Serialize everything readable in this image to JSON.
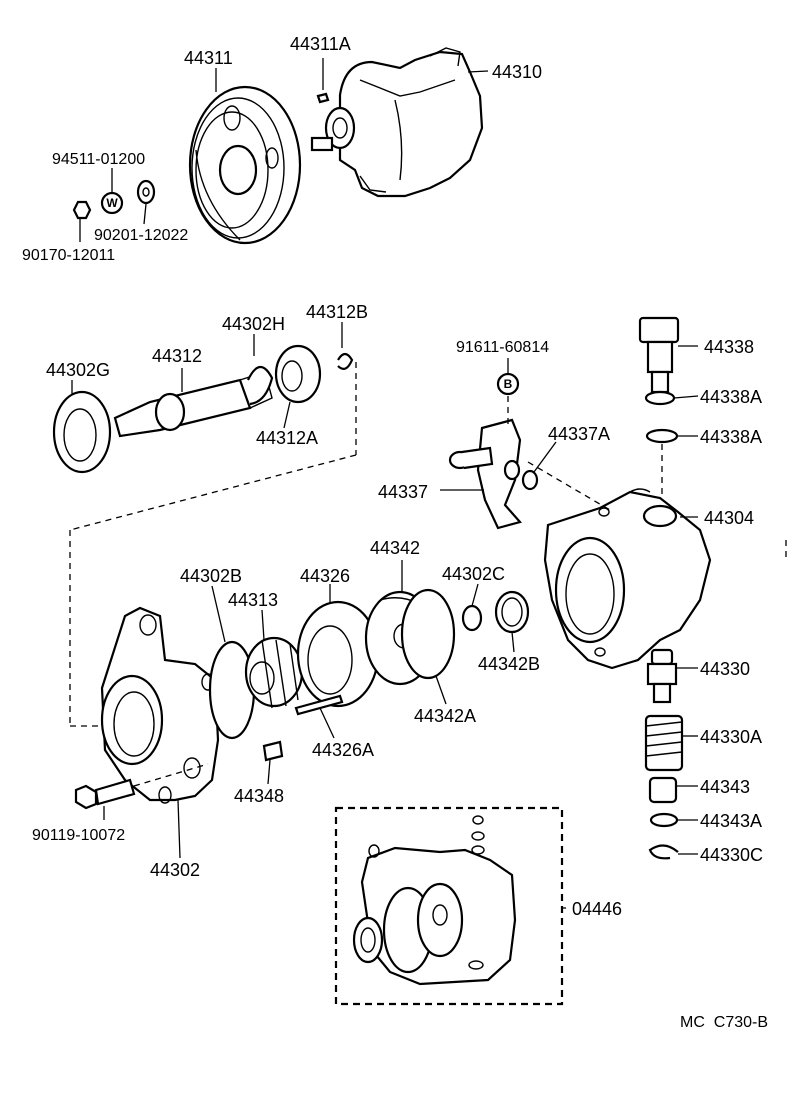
{
  "labels": {
    "p44311": "44311",
    "p44311A": "44311A",
    "p44310": "44310",
    "p94511": "94511-01200",
    "p90201": "90201-12022",
    "p90170": "90170-12011",
    "p44302H": "44302H",
    "p44312B": "44312B",
    "p44302G": "44302G",
    "p44312": "44312",
    "p44312A": "44312A",
    "p91611": "91611-60814",
    "p44338": "44338",
    "p44338A_1": "44338A",
    "p44338A_2": "44338A",
    "p44337A": "44337A",
    "p44337": "44337",
    "p44304": "44304",
    "p44342": "44342",
    "p44302B": "44302B",
    "p44326": "44326",
    "p44302C": "44302C",
    "p44313": "44313",
    "p44342B": "44342B",
    "p44330": "44330",
    "p44342A": "44342A",
    "p44330A": "44330A",
    "p44326A": "44326A",
    "p44343": "44343",
    "p44348": "44348",
    "p44343A": "44343A",
    "p90119": "90119-10072",
    "p44330C": "44330C",
    "p44302": "44302",
    "p04446": "04446",
    "code": "MC  C730-B"
  },
  "glyphs": {
    "washer_mark": "W",
    "bolt_mark": "B"
  }
}
